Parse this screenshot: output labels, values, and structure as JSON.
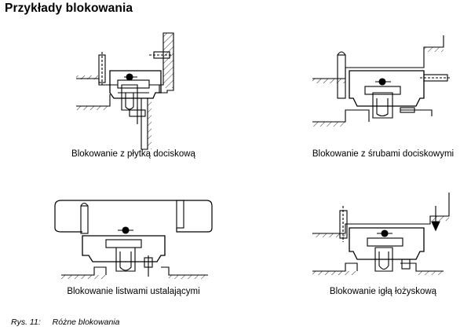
{
  "title": "Przykłady blokowania",
  "captions": [
    "Blokowanie z płytką dociskową",
    "Blokowanie z śrubami dociskowymi",
    "Blokowanie listwami ustalającymi",
    "Blokowanie igłą łożyskową"
  ],
  "footer": {
    "label": "Rys. 11:",
    "text": "Różne blokowania"
  }
}
